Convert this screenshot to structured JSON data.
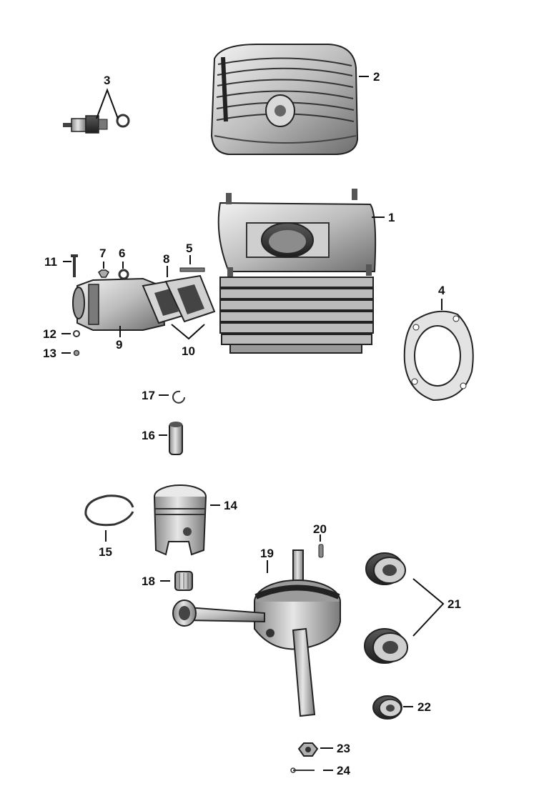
{
  "diagram": {
    "parts": [
      {
        "id": "1",
        "label": "1"
      },
      {
        "id": "2",
        "label": "2"
      },
      {
        "id": "3",
        "label": "3"
      },
      {
        "id": "4",
        "label": "4"
      },
      {
        "id": "5",
        "label": "5"
      },
      {
        "id": "6",
        "label": "6"
      },
      {
        "id": "7",
        "label": "7"
      },
      {
        "id": "8",
        "label": "8"
      },
      {
        "id": "9",
        "label": "9"
      },
      {
        "id": "10",
        "label": "10"
      },
      {
        "id": "11",
        "label": "11"
      },
      {
        "id": "12",
        "label": "12"
      },
      {
        "id": "13",
        "label": "13"
      },
      {
        "id": "14",
        "label": "14"
      },
      {
        "id": "15",
        "label": "15"
      },
      {
        "id": "16",
        "label": "16"
      },
      {
        "id": "17",
        "label": "17"
      },
      {
        "id": "18",
        "label": "18"
      },
      {
        "id": "19",
        "label": "19"
      },
      {
        "id": "20",
        "label": "20"
      },
      {
        "id": "21",
        "label": "21"
      },
      {
        "id": "22",
        "label": "22"
      },
      {
        "id": "23",
        "label": "23"
      },
      {
        "id": "24",
        "label": "24"
      }
    ]
  }
}
